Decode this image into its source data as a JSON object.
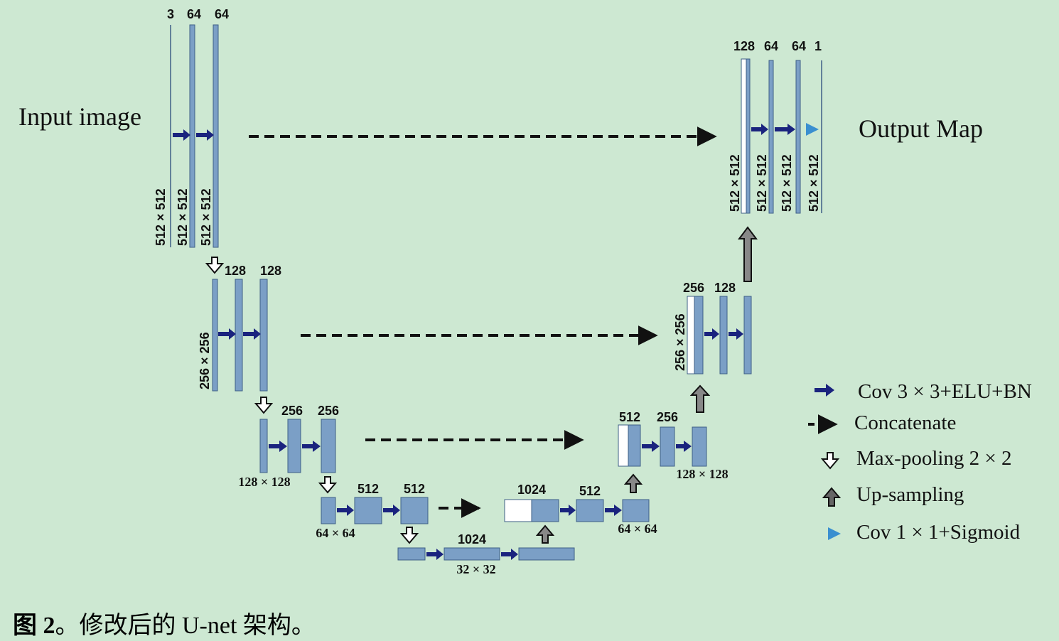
{
  "labels": {
    "input": "Input image",
    "output": "Output Map"
  },
  "level1": {
    "channels": [
      "3",
      "64",
      "64"
    ],
    "sizes": [
      "512 × 512",
      "512 × 512",
      "512 × 512"
    ]
  },
  "level2": {
    "channels": [
      "128",
      "128"
    ],
    "size": "256 × 256"
  },
  "level3": {
    "channels": [
      "256",
      "256"
    ],
    "size": "128 × 128"
  },
  "level4": {
    "channels": [
      "512",
      "512"
    ],
    "size": "64 × 64"
  },
  "bottleneck": {
    "channel": "1024",
    "size": "32 × 32"
  },
  "up4": {
    "channels": [
      "1024",
      "512"
    ],
    "size": "64 × 64"
  },
  "up3": {
    "channels": [
      "512",
      "256"
    ],
    "size": "128 × 128"
  },
  "up2": {
    "channels": [
      "256",
      "128"
    ],
    "size": "256 × 256"
  },
  "up1": {
    "channels": [
      "128",
      "64",
      "64",
      "1"
    ],
    "sizes": [
      "512 × 512",
      "512 × 512",
      "512 × 512",
      "512 × 512"
    ]
  },
  "legend": {
    "conv": "Cov 3 × 3+ELU+BN",
    "concat": "Concatenate",
    "pool": "Max-pooling 2 × 2",
    "up": "Up-sampling",
    "final": "Cov 1 × 1+Sigmoid"
  },
  "caption": {
    "prefix": "图 2",
    "text": "。修改后的 U-net 架构。"
  },
  "colors": {
    "block_fill": "#7b9fc6",
    "block_stroke": "#3e5f86",
    "conv_arrow": "#1a237e",
    "final_arrow": "#3a8fd0",
    "background": "#cde8d2"
  }
}
